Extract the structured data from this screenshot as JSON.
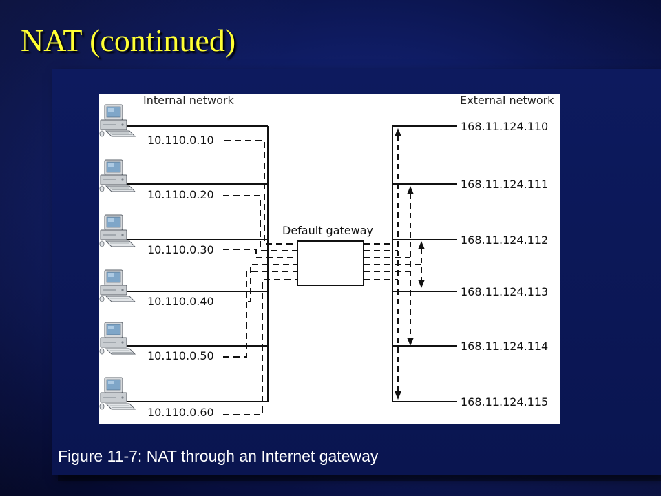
{
  "slide": {
    "title": "NAT (continued)",
    "caption": "Figure 11-7: NAT through an Internet gateway"
  },
  "diagram": {
    "internal_label": "Internal network",
    "external_label": "External network",
    "gateway_label": "Default gateway",
    "internal_hosts": [
      "10.110.0.10",
      "10.110.0.20",
      "10.110.0.30",
      "10.110.0.40",
      "10.110.0.50",
      "10.110.0.60"
    ],
    "external_addresses": [
      "168.11.124.110",
      "168.11.124.111",
      "168.11.124.112",
      "168.11.124.113",
      "168.11.124.114",
      "168.11.124.115"
    ]
  },
  "colors": {
    "title": "#ffff33",
    "caption": "#ffffff",
    "diagram_background": "#ffffff",
    "diagram_ink": "#111111"
  },
  "icons": [
    "desktop-computer-icon"
  ]
}
